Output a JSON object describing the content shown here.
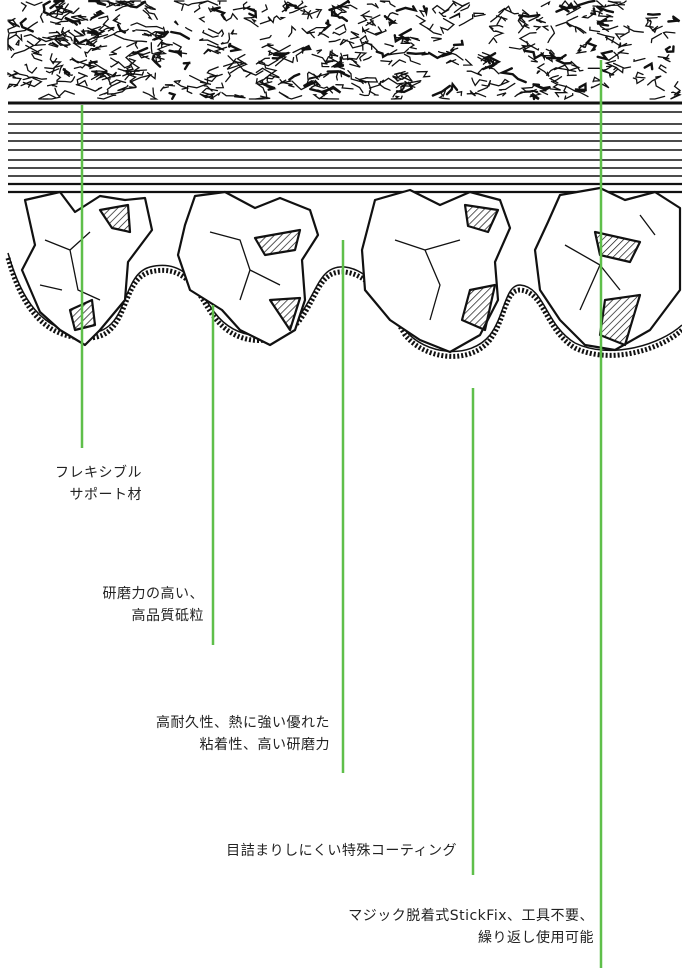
{
  "colors": {
    "leader_line": "#5fbf4a",
    "ink": "#111111",
    "background": "#ffffff",
    "text": "#222222"
  },
  "callouts": [
    {
      "id": "support",
      "lines": [
        "フレキシブル",
        "サポート材"
      ]
    },
    {
      "id": "grain",
      "lines": [
        "研磨力の高い、",
        "高品質砥粒"
      ]
    },
    {
      "id": "adhesive",
      "lines": [
        "高耐久性、熱に強い優れた",
        "粘着性、高い研磨力"
      ]
    },
    {
      "id": "coating",
      "lines": [
        "目詰まりしにくい特殊コーティング"
      ]
    },
    {
      "id": "stickfix",
      "lines": [
        "マジック脱着式StickFix、工具不要、",
        "繰り返し使用可能"
      ]
    }
  ]
}
